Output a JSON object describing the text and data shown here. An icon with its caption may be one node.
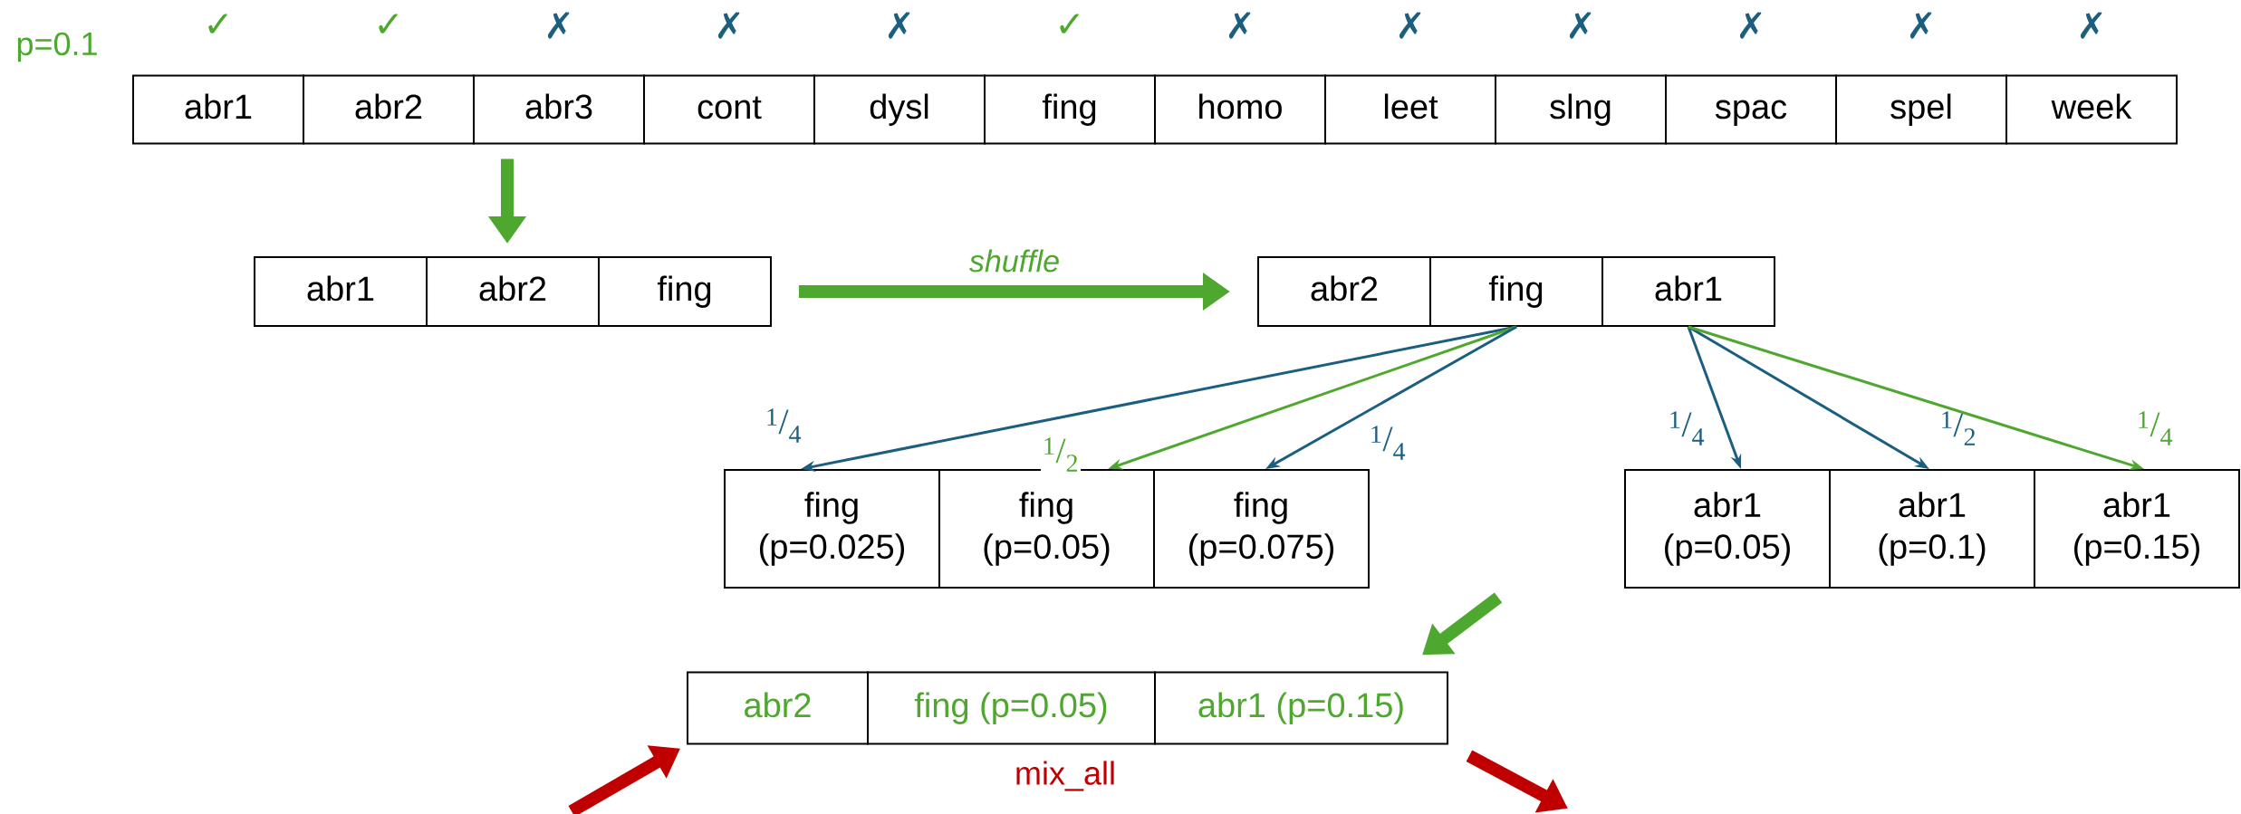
{
  "diagram": {
    "nodes": [
      {
        "text": [
          "abr1"
        ]
      },
      {
        "text": [
          "abr2"
        ]
      },
      {
        "text": [
          "abr3"
        ]
      },
      {
        "text": [
          "cont"
        ]
      },
      {
        "text": [
          "dysl"
        ]
      },
      {
        "text": [
          "fing"
        ]
      },
      {
        "text": [
          "homo"
        ]
      },
      {
        "text": [
          "leet"
        ]
      },
      {
        "text": [
          "slng"
        ]
      },
      {
        "text": [
          "spac"
        ]
      },
      {
        "text": [
          "spel"
        ]
      },
      {
        "text": [
          "week"
        ]
      },
      {
        "text": [
          "abr1"
        ]
      },
      {
        "text": [
          "abr2"
        ]
      },
      {
        "text": [
          "fing"
        ]
      },
      {
        "text": [
          "abr2"
        ]
      },
      {
        "text": [
          "fing"
        ]
      },
      {
        "text": [
          "abr1"
        ]
      },
      {
        "text": [
          "fing (p=0.025)"
        ]
      },
      {
        "text": [
          "fing (p=0.05)"
        ]
      },
      {
        "text": [
          "fing (p=0.075)"
        ]
      },
      {
        "text": [
          "abr1 (p=0.05)"
        ]
      },
      {
        "text": [
          "abr1 (p=0.1)"
        ]
      },
      {
        "text": [
          "abr1 (p=0.15)"
        ]
      },
      {
        "text": [
          "abr2"
        ]
      },
      {
        "text": [
          "fing (p=0.05)"
        ]
      },
      {
        "text": [
          "abr1 (p=0.15)"
        ]
      }
    ],
    "edges": [
      {
        "from": 2,
        "to": 13,
        "arrow": "to",
        "style": "thick"
      },
      {
        "from": 14,
        "to": 15,
        "arrow": "to",
        "style": "thick",
        "label": "shuffle"
      },
      {
        "from": 16,
        "to": 18,
        "arrow": "to",
        "color": "#1b5e80",
        "label": "$^{1}$/$_{4}$"
      },
      {
        "from": 16,
        "to": 19,
        "arrow": "to",
        "label": "$^{1}$/$_{2}$"
      },
      {
        "from": 16,
        "to": 20,
        "arrow": "to",
        "color": "#1b5e80",
        "label": "$^{1}$/$_{4}$"
      },
      {
        "from": 17,
        "to": 21,
        "arrow": "to",
        "color": "#1b5e80",
        "label": "$^{1}$/$_{4}$"
      },
      {
        "from": 17,
        "to": 22,
        "arrow": "to",
        "color": "#1b5e80",
        "label": "$^{1}$/$_{2}$"
      },
      {
        "from": 17,
        "to": 23,
        "arrow": "to",
        "label": "$^{1}$/$_{4}$"
      },
      {
        "from": null,
        "to": 26,
        "arrow": "to",
        "style": "thick"
      },
      {
        "from": null,
        "to": 24,
        "arrow": "to",
        "style": "thick",
        "color": "#c00000"
      },
      {
        "from": 26,
        "to": null,
        "arrow": "to",
        "style": "thick",
        "color": "#c00000"
      }
    ],
    "labels": [
      "p=0.1",
      "✓",
      "✓",
      "✗",
      "✗",
      "✗",
      "✓",
      "✗",
      "✗",
      "✗",
      "✗",
      "✗",
      "✗",
      "mix_all"
    ]
  }
}
